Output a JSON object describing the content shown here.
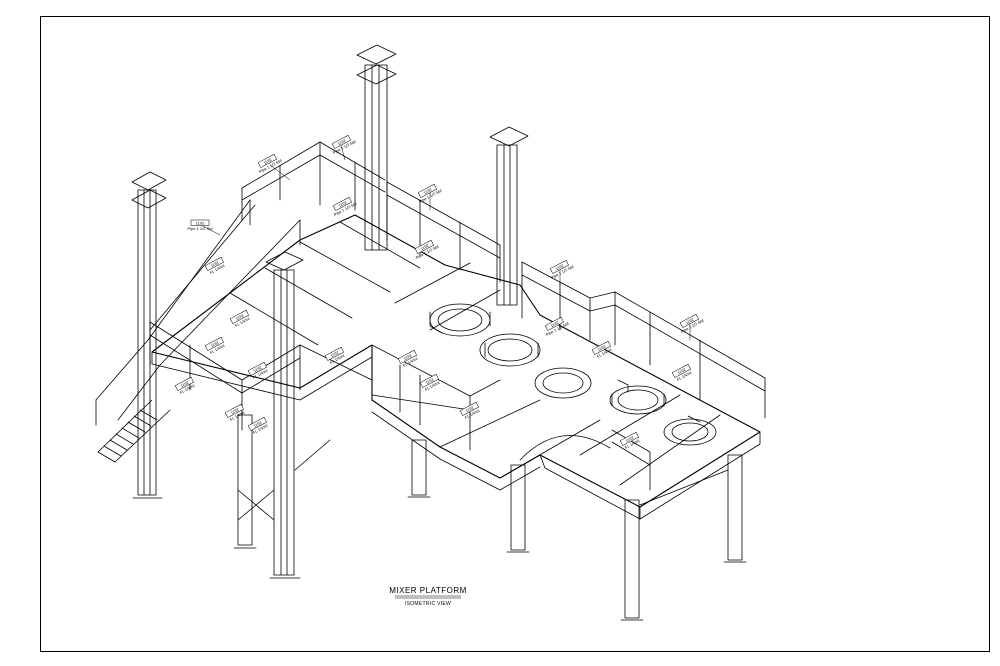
{
  "drawing": {
    "title": "MIXER  PLATFORM",
    "subtitle": "ISOMETRIC  VIEW",
    "colors": {
      "line": "#000000",
      "paper": "#ffffff"
    }
  },
  "tags": [
    {
      "id": "T01",
      "code": "1192",
      "desc": "Pipe 1 1/2 Std"
    },
    {
      "id": "T02",
      "code": "1192",
      "desc": "Pipe 1 1/2 Std"
    },
    {
      "id": "T03",
      "code": "1192",
      "desc": "Pipe 1 1/2 Std"
    },
    {
      "id": "T04",
      "code": "1192",
      "desc": "Pipe 1 1/2 Std"
    },
    {
      "id": "T05",
      "code": "1192",
      "desc": "Pipe 1 1/2 Std"
    },
    {
      "id": "T06",
      "code": "1192",
      "desc": "Pipe 1 1/2 Std"
    },
    {
      "id": "T07",
      "code": "1192",
      "desc": "Pipe 1 1/2 Std"
    },
    {
      "id": "T08",
      "code": "1192",
      "desc": "Pipe 1 1/2 Std"
    },
    {
      "id": "T09",
      "code": "1192",
      "desc": "Pipe 1 1/2 Std"
    },
    {
      "id": "T10",
      "code": "1192",
      "desc": "FL 1/4X4"
    },
    {
      "id": "T11",
      "code": "1192",
      "desc": "FL 1/4X4"
    },
    {
      "id": "T12",
      "code": "1192",
      "desc": "FL 1/4X4"
    },
    {
      "id": "T13",
      "code": "1192",
      "desc": "FL 1/4X4"
    },
    {
      "id": "T14",
      "code": "1192",
      "desc": "FL 1/4X4"
    },
    {
      "id": "T15",
      "code": "1192",
      "desc": "FL 1/4X4"
    },
    {
      "id": "T16",
      "code": "1192",
      "desc": "FL 1/4X4"
    },
    {
      "id": "T17",
      "code": "1192",
      "desc": "FL 1/4X4"
    },
    {
      "id": "T18",
      "code": "1192",
      "desc": "FL 1/4X4"
    },
    {
      "id": "T19",
      "code": "1192",
      "desc": "FL 1/4X4"
    },
    {
      "id": "T20",
      "code": "1192",
      "desc": "FL 1/4X4"
    },
    {
      "id": "T21",
      "code": "1192",
      "desc": "FL 1/4X4"
    },
    {
      "id": "T22",
      "code": "1192",
      "desc": "FL 1/4X4"
    },
    {
      "id": "T23",
      "code": "1192",
      "desc": "FL 1/4X4"
    }
  ]
}
